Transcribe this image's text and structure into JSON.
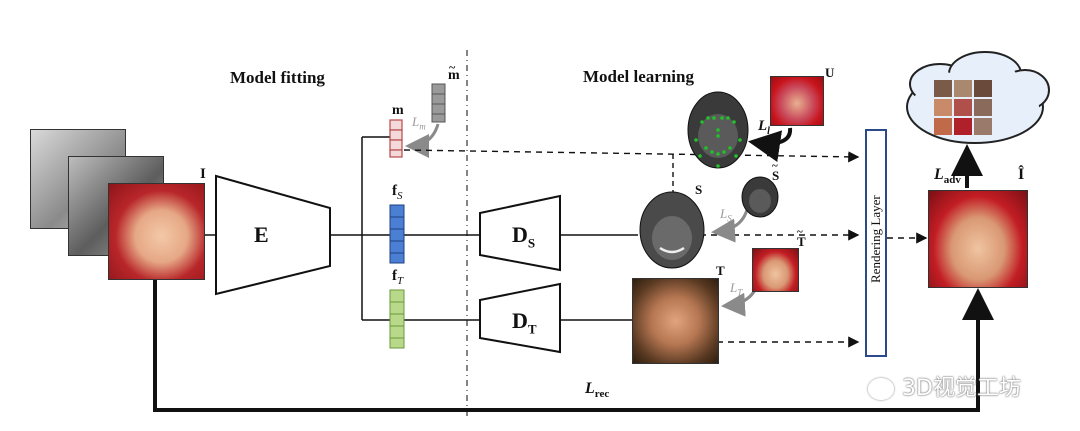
{
  "sections": {
    "left": "Model fitting",
    "right": "Model learning"
  },
  "blocks": {
    "encoder": "E",
    "shape_decoder": "D",
    "shape_decoder_sub": "S",
    "texture_decoder": "D",
    "texture_decoder_sub": "T",
    "rendering_layer": "Rendering Layer"
  },
  "vectors": {
    "m": "m",
    "m_tilde": "m",
    "f": "f",
    "fs_sub": "S",
    "ft_sub": "T"
  },
  "symbols": {
    "input_image": "I",
    "output_image": "Î",
    "uv": "U",
    "shape": "S",
    "shape_tilde": "S",
    "texture_tilde": "T",
    "texture": "T"
  },
  "losses": {
    "L": "L",
    "lm_sub": "m",
    "ll_sub": "l",
    "ls_sub": "S",
    "lt_sub": "T",
    "adv_sub": "adv",
    "rec_sub": "rec"
  },
  "watermark": "3D视觉工坊",
  "colors": {
    "m_vector": "#b84a4a",
    "m_tilde_vector": "#8c8c8c",
    "fs_vector": "#3a6fc4",
    "ft_vector": "#8ab84a",
    "rendering_border": "#2a4a8a",
    "landmarks": "#22c02a",
    "cloud": "#e6effa"
  }
}
